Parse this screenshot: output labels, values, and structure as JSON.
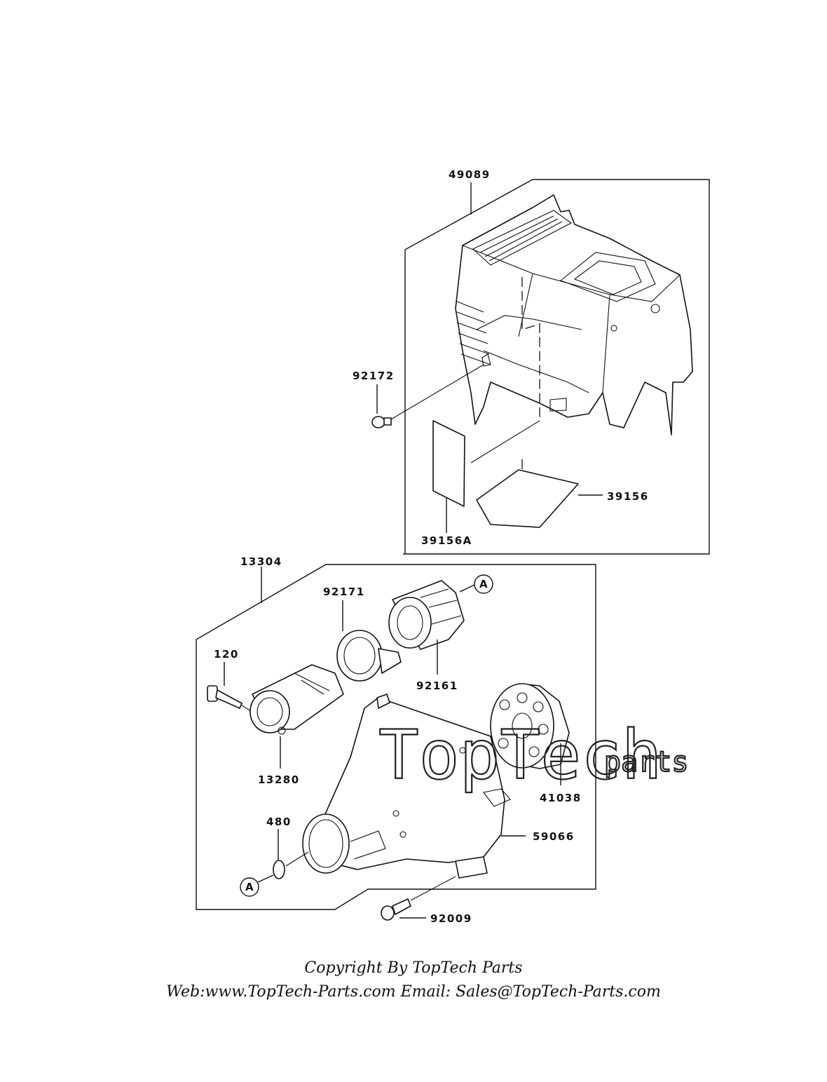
{
  "parts": {
    "cover": "49089",
    "screw_cover": "92172",
    "label_side": "39156A",
    "label_bottom": "39156",
    "case_assy": "13304",
    "ring": "92171",
    "ref_a_top": "A",
    "bolt": "120",
    "holder": "13280",
    "collar": "92161",
    "drum": "41038",
    "clip": "480",
    "ref_a_bottom": "A",
    "housing": "59066",
    "bolt_bottom": "92009"
  },
  "watermark": {
    "brand": "TopTech",
    "suffix": "parts"
  },
  "footer": {
    "line1": "Copyright By TopTech Parts",
    "line2": "Web:www.TopTech-Parts.com  Email: Sales@TopTech-Parts.com"
  }
}
